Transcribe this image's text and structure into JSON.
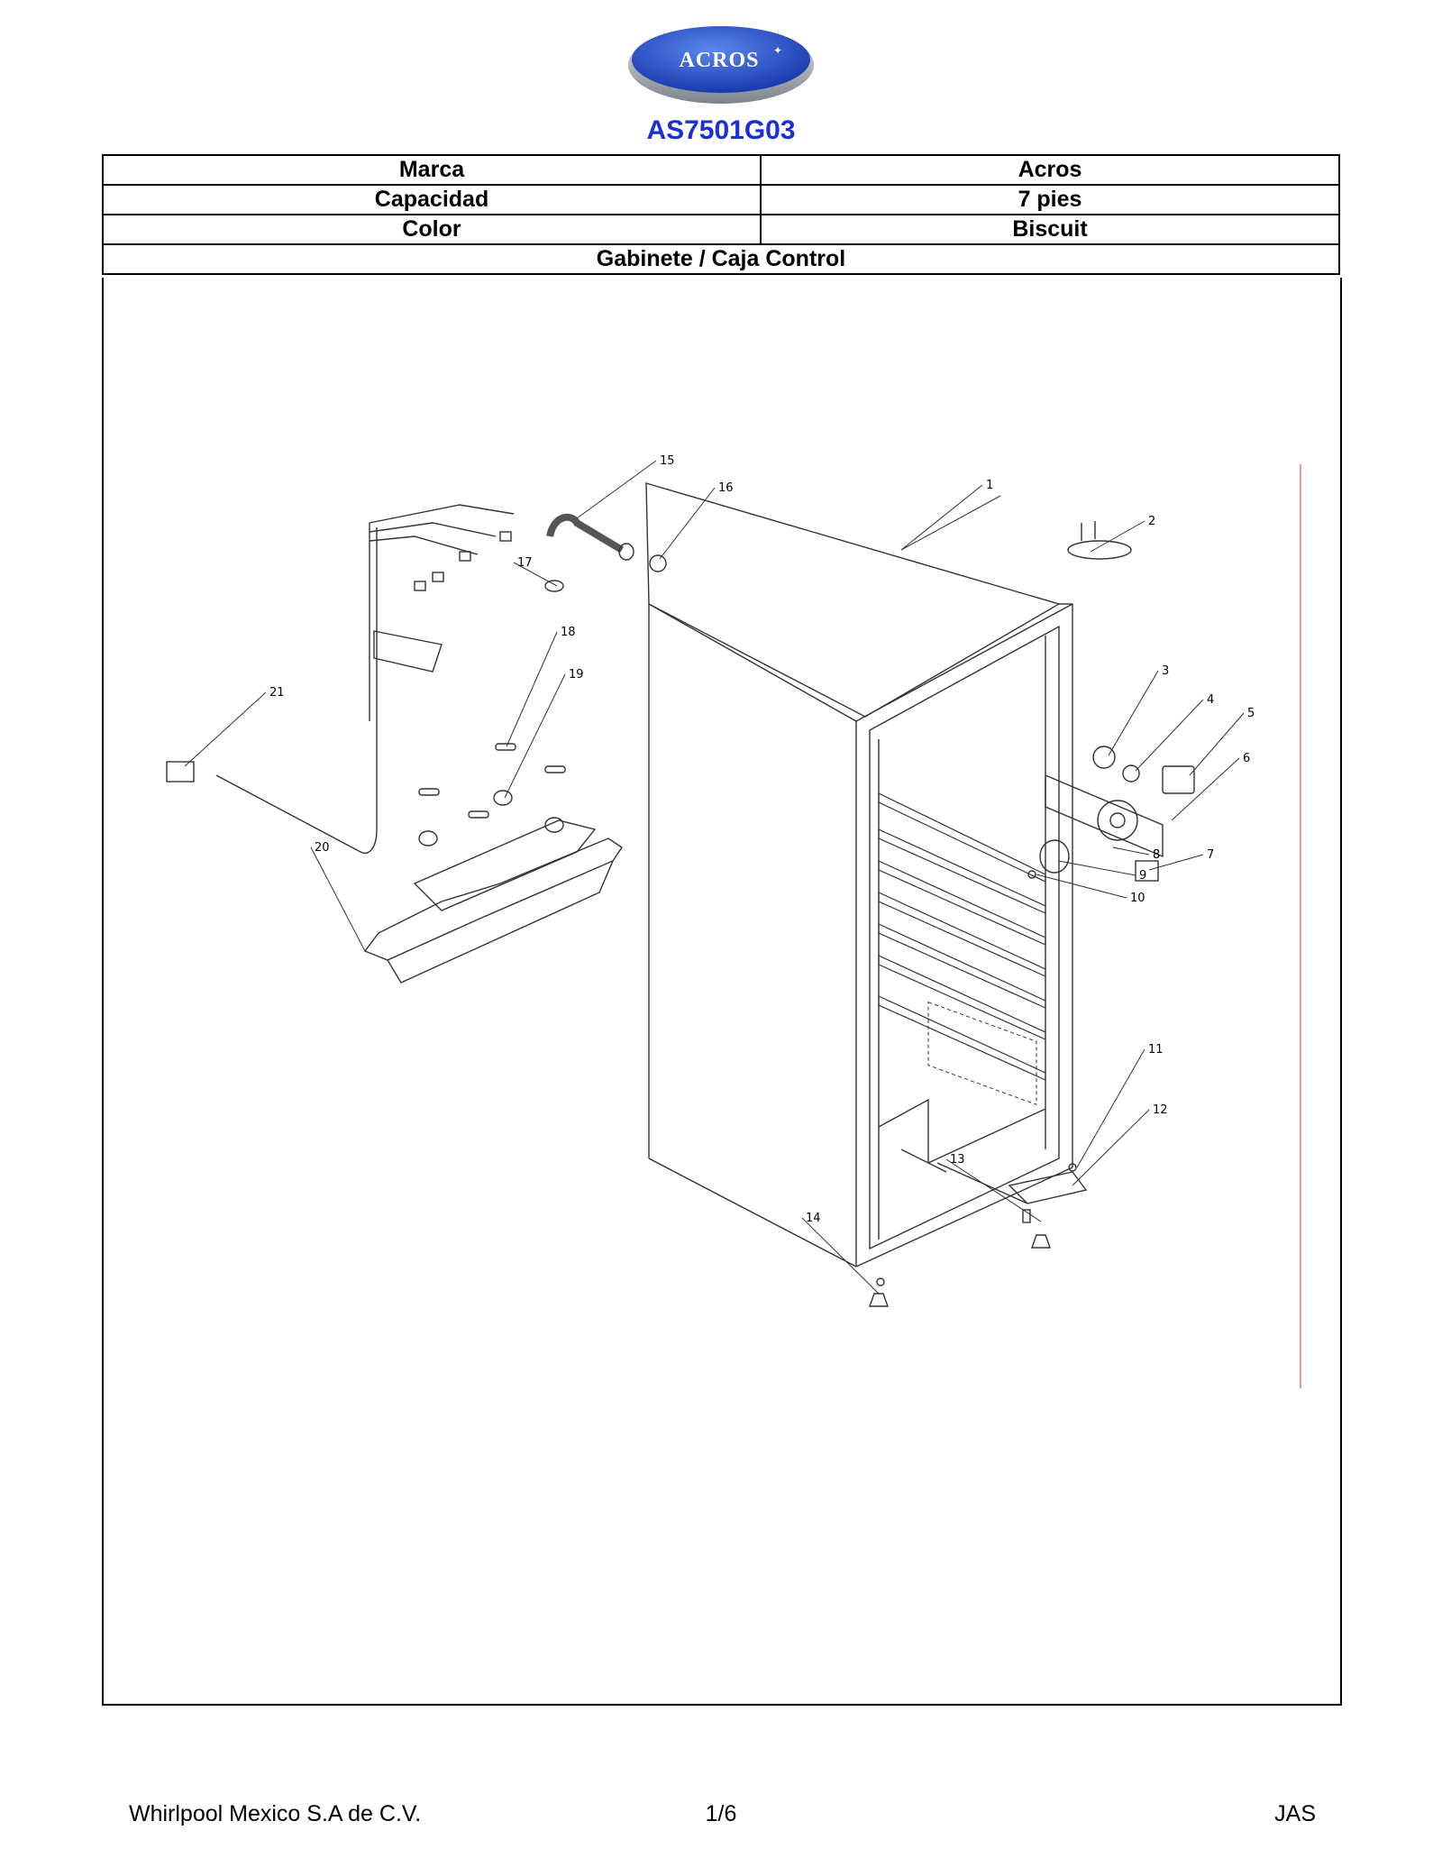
{
  "brand_logo": {
    "text": "ACROS",
    "icon": "acros-oval-logo",
    "colors": {
      "oval": "#1f47c8",
      "rim": "#9aa0a8",
      "text": "#ffffff"
    }
  },
  "model": "AS7501G03",
  "model_color": "#1a2fd6",
  "specs": [
    {
      "label": "Marca",
      "value": "Acros"
    },
    {
      "label": "Capacidad",
      "value": "7 pies"
    },
    {
      "label": "Color",
      "value": "Biscuit"
    }
  ],
  "section_title": "Gabinete / Caja Control",
  "callouts": [
    "1",
    "2",
    "3",
    "4",
    "5",
    "6",
    "7",
    "8",
    "9",
    "10",
    "11",
    "12",
    "13",
    "14",
    "15",
    "16",
    "17",
    "18",
    "19",
    "20",
    "21"
  ],
  "footer": {
    "left": "Whirlpool Mexico S.A de C.V.",
    "center": "1/6",
    "right": "JAS"
  }
}
